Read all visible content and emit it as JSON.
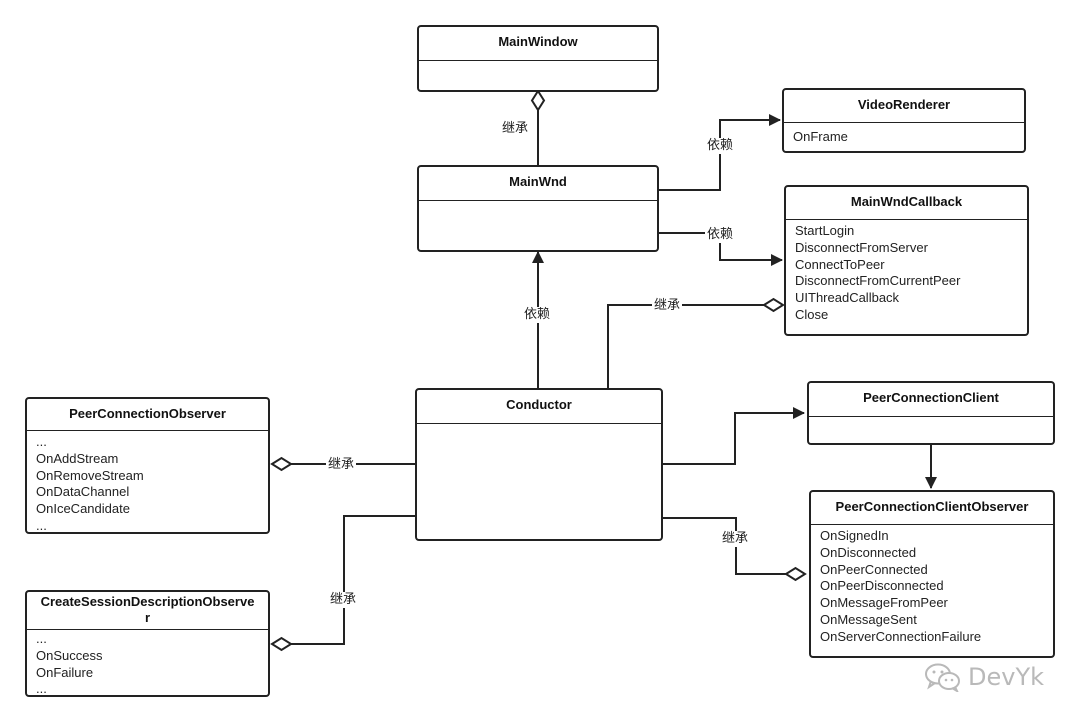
{
  "classes": {
    "main_window": {
      "name": "MainWindow",
      "members": []
    },
    "video_renderer": {
      "name": "VideoRenderer",
      "members": [
        "OnFrame"
      ]
    },
    "main_wnd": {
      "name": "MainWnd",
      "members": []
    },
    "main_wnd_callback": {
      "name": "MainWndCallback",
      "members": [
        "StartLogin",
        "DisconnectFromServer",
        "ConnectToPeer",
        "DisconnectFromCurrentPeer",
        "UIThreadCallback",
        "Close"
      ]
    },
    "conductor": {
      "name": "Conductor",
      "members": []
    },
    "peer_connection_observer": {
      "name": "PeerConnectionObserver",
      "members": [
        "...",
        "OnAddStream",
        "OnRemoveStream",
        "OnDataChannel",
        "OnIceCandidate",
        "..."
      ]
    },
    "create_session_description_observer": {
      "name_line1": "CreateSessionDescriptionObserve",
      "name_line2": "r",
      "members": [
        "...",
        "OnSuccess",
        "OnFailure",
        "..."
      ]
    },
    "peer_connection_client": {
      "name": "PeerConnectionClient",
      "members": []
    },
    "peer_connection_client_observer": {
      "name": "PeerConnectionClientObserver",
      "members": [
        "OnSignedIn",
        "OnDisconnected",
        "OnPeerConnected",
        "OnPeerDisconnected",
        "OnMessageFromPeer",
        "OnMessageSent",
        "OnServerConnectionFailure"
      ]
    }
  },
  "edge_labels": {
    "mainwnd_mainwindow": "继承",
    "mainwnd_videorenderer": "依赖",
    "mainwnd_callback": "依赖",
    "conductor_mainwnd": "依赖",
    "conductor_callback": "继承",
    "conductor_pc_observer": "继承",
    "conductor_csd_observer": "继承",
    "conductor_pcc_observer": "继承"
  },
  "watermark": {
    "text": "DevYk",
    "icon": "wechat-icon"
  },
  "colors": {
    "line": "#222222",
    "watermark": "#b9b9b9"
  }
}
